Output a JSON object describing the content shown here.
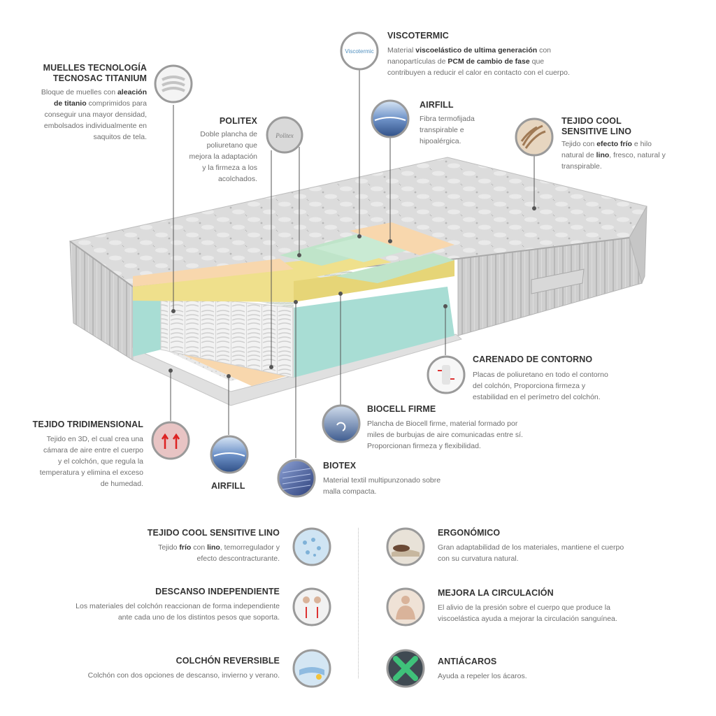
{
  "layers": {
    "muelles": {
      "title_1": "MUELLES TECNOLOGÍA",
      "title_2": "TECNOSAC TITANIUM",
      "desc": [
        [
          {
            "t": "Bloque de muelles con "
          },
          {
            "t": "aleación",
            "b": true
          }
        ],
        [
          {
            "t": "de titanio",
            "b": true
          },
          {
            "t": " comprimidos para"
          }
        ],
        [
          {
            "t": "conseguir una mayor densidad,"
          }
        ],
        [
          {
            "t": "embolsados individualmente en"
          }
        ],
        [
          {
            "t": "saquitos de tela."
          }
        ]
      ]
    },
    "politex": {
      "title": "POLITEX",
      "desc": [
        [
          {
            "t": "Doble plancha de"
          }
        ],
        [
          {
            "t": "poliuretano que"
          }
        ],
        [
          {
            "t": "mejora la adaptación"
          }
        ],
        [
          {
            "t": "y la firmeza a los"
          }
        ],
        [
          {
            "t": "acolchados."
          }
        ]
      ]
    },
    "viscotermic": {
      "title": "VISCOTERMIC",
      "badge": "Viscotermic",
      "desc": [
        [
          {
            "t": "Material "
          },
          {
            "t": "viscoelástico de ultima generación",
            "b": true
          },
          {
            "t": " con"
          }
        ],
        [
          {
            "t": "nanopartículas de "
          },
          {
            "t": "PCM de cambio de fase",
            "b": true
          },
          {
            "t": " que"
          }
        ],
        [
          {
            "t": "contribuyen a reducir el calor en contacto con el cuerpo."
          }
        ]
      ]
    },
    "airfill_top": {
      "title": "AIRFILL",
      "desc": [
        [
          {
            "t": "Fibra termofijada"
          }
        ],
        [
          {
            "t": "transpirable e"
          }
        ],
        [
          {
            "t": "hipoalérgica."
          }
        ]
      ]
    },
    "tejido_cool": {
      "title_1": "TEJIDO COOL",
      "title_2": "SENSITIVE LINO",
      "desc": [
        [
          {
            "t": "Tejido con "
          },
          {
            "t": "efecto frío",
            "b": true
          },
          {
            "t": " e hilo"
          }
        ],
        [
          {
            "t": "natural de "
          },
          {
            "t": "lino",
            "b": true
          },
          {
            "t": ", fresco, natural y"
          }
        ],
        [
          {
            "t": "transpirable."
          }
        ]
      ]
    },
    "carenado": {
      "title": "CARENADO DE CONTORNO",
      "desc": [
        [
          {
            "t": "Placas de poliuretano en todo el contorno"
          }
        ],
        [
          {
            "t": "del colchón, Proporciona firmeza y"
          }
        ],
        [
          {
            "t": "estabilidad en el perímetro del colchón."
          }
        ]
      ]
    },
    "biocell": {
      "title": "BIOCELL FIRME",
      "desc": [
        [
          {
            "t": "Plancha de Biocell firme, material formado por"
          }
        ],
        [
          {
            "t": "miles de burbujas de aire comunicadas entre sí."
          }
        ],
        [
          {
            "t": "Proporcionan firmeza y flexibilidad."
          }
        ]
      ]
    },
    "biotex": {
      "title": "BIOTEX",
      "desc": [
        [
          {
            "t": "Material textil multipunzonado sobre"
          }
        ],
        [
          {
            "t": "malla compacta."
          }
        ]
      ]
    },
    "tejido_3d": {
      "title": "TEJIDO TRIDIMENSIONAL",
      "desc": [
        [
          {
            "t": "Tejido en 3D, el cual crea una"
          }
        ],
        [
          {
            "t": "cámara de aire entre el cuerpo"
          }
        ],
        [
          {
            "t": "y el colchón, que regula la"
          }
        ],
        [
          {
            "t": "temperatura y elimina el exceso"
          }
        ],
        [
          {
            "t": "de humedad."
          }
        ]
      ]
    },
    "airfill_bottom": {
      "title": "AIRFILL"
    }
  },
  "features": {
    "tejido_cool_lino": {
      "title": "TEJIDO COOL SENSITIVE LINO",
      "desc": [
        [
          {
            "t": "Tejido "
          },
          {
            "t": "frío",
            "b": true
          },
          {
            "t": " con "
          },
          {
            "t": "lino",
            "b": true
          },
          {
            "t": ", temorregulador y"
          }
        ],
        [
          {
            "t": "efecto descontracturante."
          }
        ]
      ]
    },
    "descanso": {
      "title": "DESCANSO INDEPENDIENTE",
      "desc": [
        [
          {
            "t": "Los materiales del colchón reaccionan de forma independiente"
          }
        ],
        [
          {
            "t": "ante cada uno de los distintos pesos que soporta."
          }
        ]
      ]
    },
    "reversible": {
      "title": "COLCHÓN REVERSIBLE",
      "desc": [
        [
          {
            "t": "Colchón con dos opciones de descanso, invierno y verano."
          }
        ]
      ]
    },
    "ergonomico": {
      "title": "ERGONÓMICO",
      "desc": [
        [
          {
            "t": "Gran adaptabilidad de los materiales, mantiene el cuerpo"
          }
        ],
        [
          {
            "t": "con su curvatura natural."
          }
        ]
      ]
    },
    "circulacion": {
      "title": "MEJORA LA CIRCULACIÓN",
      "desc": [
        [
          {
            "t": "El alivio de la presión sobre el cuerpo que produce la"
          }
        ],
        [
          {
            "t": "viscoelástica ayuda a mejorar la circulación sanguínea."
          }
        ]
      ]
    },
    "antiacaros": {
      "title": "ANTIÁCAROS",
      "desc": [
        [
          {
            "t": "Ayuda a repeler los ácaros."
          }
        ]
      ]
    }
  },
  "colors": {
    "title": "#333333",
    "text": "#6f6f6f",
    "ring": "#9a9a9a",
    "yellow": "#efe08c",
    "green": "#bfe4c9",
    "orange": "#f8d7ad",
    "teal": "#a8ddd4"
  }
}
